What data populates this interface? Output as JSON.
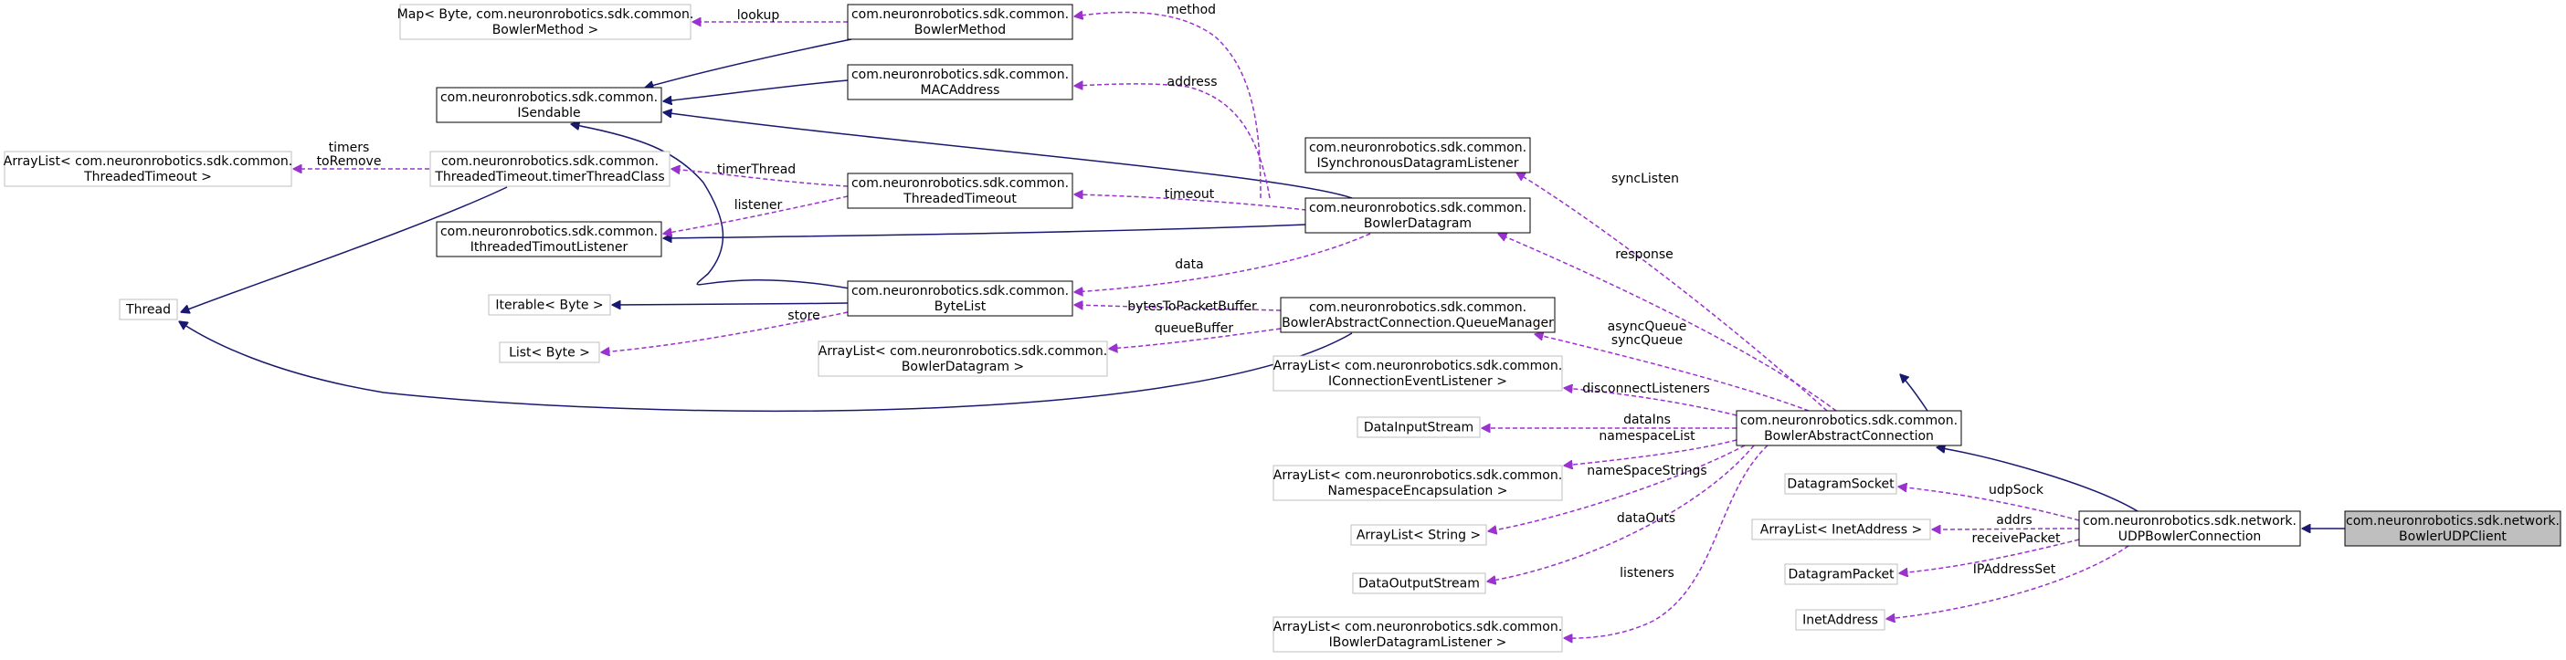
{
  "colors": {
    "inheritance_edge": "#191970",
    "usage_edge": "#9a32cd",
    "documented_border": "#000000",
    "undocumented_border": "#bfbfbf",
    "focus_fill": "#bfbfbf",
    "label_text": "#000000"
  },
  "nodes": {
    "map_byte_bowlermethod": [
      "Map< Byte, com.neuronrobotics.sdk.common.",
      "BowlerMethod >"
    ],
    "bowler_method": [
      "com.neuronrobotics.sdk.common.",
      "BowlerMethod"
    ],
    "isendable": [
      "com.neuronrobotics.sdk.common.",
      "ISendable"
    ],
    "mac_address": [
      "com.neuronrobotics.sdk.common.",
      "MACAddress"
    ],
    "arraylist_threaded_timeout": [
      "ArrayList< com.neuronrobotics.sdk.common.",
      "ThreadedTimeout >"
    ],
    "timer_thread_class": [
      "com.neuronrobotics.sdk.common.",
      "ThreadedTimeout.timerThreadClass"
    ],
    "threaded_timeout": [
      "com.neuronrobotics.sdk.common.",
      "ThreadedTimeout"
    ],
    "ithreaded_timout_listener": [
      "com.neuronrobotics.sdk.common.",
      "IthreadedTimoutListener"
    ],
    "isynchronous_datagram_listener": [
      "com.neuronrobotics.sdk.common.",
      "ISynchronousDatagramListener"
    ],
    "bowler_datagram": [
      "com.neuronrobotics.sdk.common.",
      "BowlerDatagram"
    ],
    "thread": [
      "Thread"
    ],
    "iterable_byte": [
      "Iterable< Byte >"
    ],
    "byte_list": [
      "com.neuronrobotics.sdk.common.",
      "ByteList"
    ],
    "list_byte": [
      "List< Byte >"
    ],
    "queue_manager": [
      "com.neuronrobotics.sdk.common.",
      "BowlerAbstractConnection.QueueManager"
    ],
    "arraylist_bowler_datagram": [
      "ArrayList< com.neuronrobotics.sdk.common.",
      "BowlerDatagram >"
    ],
    "arraylist_connection_event_listener": [
      "ArrayList< com.neuronrobotics.sdk.common.",
      "IConnectionEventListener >"
    ],
    "data_input_stream": [
      "DataInputStream"
    ],
    "bowler_abstract_connection": [
      "com.neuronrobotics.sdk.common.",
      "BowlerAbstractConnection"
    ],
    "arraylist_namespace_encapsulation": [
      "ArrayList< com.neuronrobotics.sdk.common.",
      "NamespaceEncapsulation >"
    ],
    "arraylist_string": [
      "ArrayList< String >"
    ],
    "data_output_stream": [
      "DataOutputStream"
    ],
    "arraylist_bowler_datagram_listener": [
      "ArrayList< com.neuronrobotics.sdk.common.",
      "IBowlerDatagramListener >"
    ],
    "datagram_socket": [
      "DatagramSocket"
    ],
    "arraylist_inet_address": [
      "ArrayList< InetAddress >"
    ],
    "datagram_packet": [
      "DatagramPacket"
    ],
    "inet_address": [
      "InetAddress"
    ],
    "udp_bowler_connection": [
      "com.neuronrobotics.sdk.network.",
      "UDPBowlerConnection"
    ],
    "bowler_udp_client": [
      "com.neuronrobotics.sdk.network.",
      "BowlerUDPClient"
    ]
  },
  "edge_labels": {
    "lookup": [
      "lookup"
    ],
    "method": [
      "method"
    ],
    "address": [
      "address"
    ],
    "timers_toremove": [
      "timers",
      "toRemove"
    ],
    "timer_thread": [
      "timerThread"
    ],
    "listener": [
      "listener"
    ],
    "timeout": [
      "timeout"
    ],
    "sync_listen": [
      "syncListen"
    ],
    "response": [
      "response"
    ],
    "data": [
      "data"
    ],
    "store": [
      "store"
    ],
    "bytes_to_packet_buffer": [
      "bytesToPacketBuffer"
    ],
    "queue_buffer": [
      "queueBuffer"
    ],
    "async_sync_queue": [
      "asyncQueue",
      "syncQueue"
    ],
    "disconnect_listeners": [
      "disconnectListeners"
    ],
    "data_ins": [
      "dataIns"
    ],
    "namespace_list": [
      "namespaceList"
    ],
    "namespace_strings": [
      "nameSpaceStrings"
    ],
    "data_outs": [
      "dataOuts"
    ],
    "listeners": [
      "listeners"
    ],
    "udp_sock": [
      "udpSock"
    ],
    "addrs": [
      "addrs"
    ],
    "receive_packet": [
      "receivePacket"
    ],
    "ip_address_set": [
      "IPAddressSet"
    ]
  }
}
